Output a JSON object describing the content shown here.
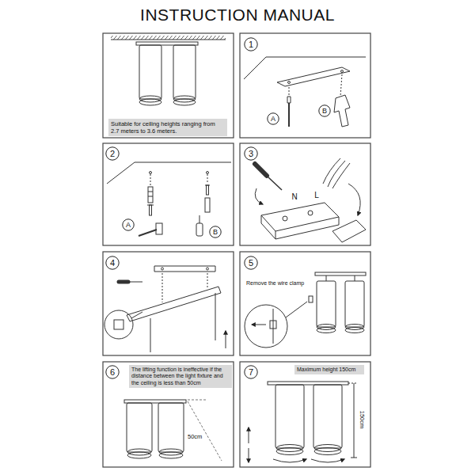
{
  "diagram": {
    "title": "INSTRUCTION MANUAL",
    "nodes": [
      {
        "text": [
          "Suitable for ceiling heights ranging from 2.7 meters to 3.6 meters."
        ]
      },
      {
        "text": [
          "1"
        ]
      },
      {
        "text": [
          "A"
        ]
      },
      {
        "text": [
          "B"
        ]
      },
      {
        "text": [
          "2"
        ]
      },
      {
        "text": [
          "A"
        ]
      },
      {
        "text": [
          "B"
        ]
      },
      {
        "text": [
          "3"
        ]
      },
      {
        "text": [
          "4"
        ]
      },
      {
        "text": [
          "5"
        ]
      },
      {
        "text": [
          "6"
        ]
      },
      {
        "text": [
          "The lifting function is ineffective if the distance between the light fixture and the ceiling is less than 50cm"
        ]
      },
      {
        "text": [
          "7"
        ]
      },
      {
        "text": [
          "Maximum height 150cm"
        ]
      }
    ],
    "labels": [
      "N",
      "L",
      "Remove the wire clamp",
      "50cm",
      "150cm"
    ]
  }
}
